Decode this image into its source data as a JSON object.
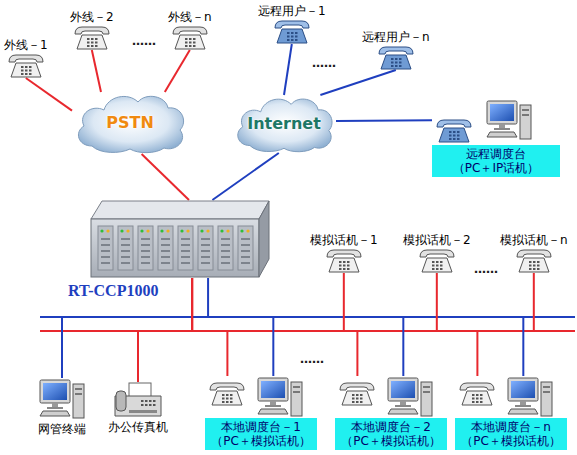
{
  "diagram": {
    "nodes": [
      {
        "text": [
          "外线－1"
        ]
      },
      {
        "text": [
          "外线－2"
        ]
      },
      {
        "text": [
          "外线－n"
        ]
      },
      {
        "text": [
          "PSTN"
        ]
      },
      {
        "text": [
          "远程用户－1"
        ]
      },
      {
        "text": [
          "远程用户－n"
        ]
      },
      {
        "text": [
          "Internet"
        ]
      },
      {
        "text": [
          "远程调度台",
          "（PC＋IP话机）"
        ]
      },
      {
        "text": [
          "RT-CCP1000"
        ]
      },
      {
        "text": [
          "模拟话机－1"
        ]
      },
      {
        "text": [
          "模拟话机－2"
        ]
      },
      {
        "text": [
          "模拟话机－n"
        ]
      },
      {
        "text": [
          "网管终端"
        ]
      },
      {
        "text": [
          "办公传真机"
        ]
      },
      {
        "text": [
          "本地调度台－1",
          "（PC＋模拟话机）"
        ]
      },
      {
        "text": [
          "本地调度台－2",
          "（PC＋模拟话机）"
        ]
      },
      {
        "text": [
          "本地调度台－n",
          "（PC＋模拟话机）"
        ]
      }
    ],
    "edges": [
      {
        "from": 0,
        "to": 3,
        "arrow": "none"
      },
      {
        "from": 1,
        "to": 3,
        "arrow": "none"
      },
      {
        "from": 2,
        "to": 3,
        "arrow": "none"
      },
      {
        "from": 3,
        "to": 8,
        "arrow": "none"
      },
      {
        "from": 4,
        "to": 6,
        "arrow": "none"
      },
      {
        "from": 5,
        "to": 6,
        "arrow": "none"
      },
      {
        "from": 6,
        "to": 7,
        "arrow": "none"
      },
      {
        "from": 6,
        "to": 8,
        "arrow": "none"
      },
      {
        "from": 8,
        "to": 9,
        "arrow": "none"
      },
      {
        "from": 8,
        "to": 10,
        "arrow": "none"
      },
      {
        "from": 8,
        "to": 11,
        "arrow": "none"
      },
      {
        "from": 8,
        "to": 12,
        "arrow": "none"
      },
      {
        "from": 8,
        "to": 13,
        "arrow": "none"
      },
      {
        "from": 8,
        "to": 14,
        "arrow": "none"
      },
      {
        "from": 8,
        "to": 15,
        "arrow": "none"
      },
      {
        "from": 8,
        "to": 16,
        "arrow": "none"
      }
    ],
    "labels": [
      "……",
      "……",
      "……",
      "……"
    ]
  }
}
